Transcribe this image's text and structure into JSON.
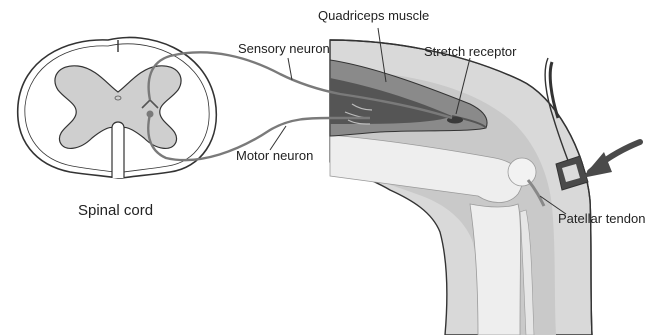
{
  "labels": {
    "quadriceps": "Quadriceps muscle",
    "sensory": "Sensory neuron",
    "stretch": "Stretch receptor",
    "motor": "Motor neuron",
    "spinal": "Spinal cord",
    "patellar": "Patellar tendon"
  },
  "colors": {
    "outline": "#333333",
    "leg_light": "#d9d9d9",
    "leg_mid": "#c4c4c4",
    "bone": "#eeeeee",
    "muscle_dark": "#555555",
    "muscle_mid": "#8a8a8a",
    "grey_matter": "#cfcfcf",
    "neuron": "#7a7a7a",
    "arrow": "#4a4a4a"
  }
}
